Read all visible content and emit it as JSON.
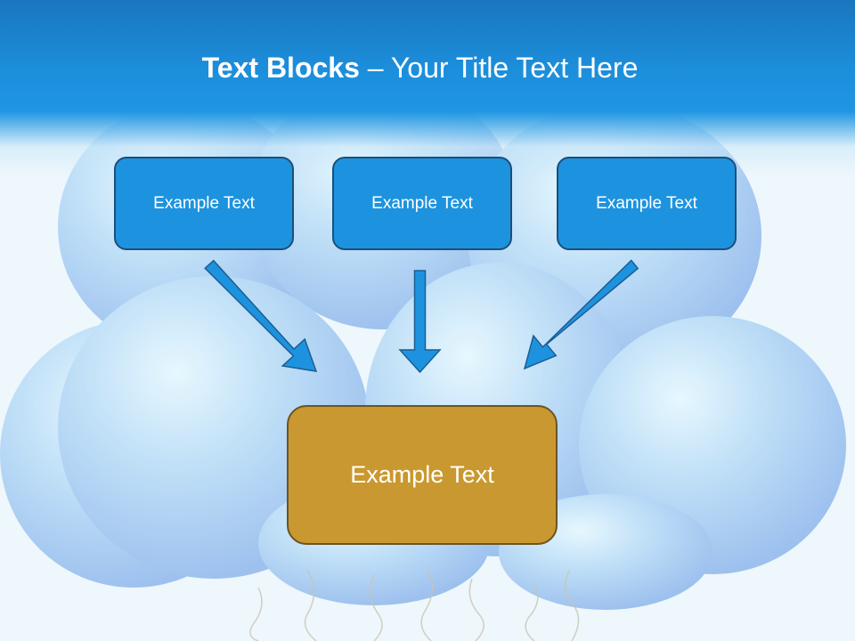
{
  "slide": {
    "title_bold": "Text Blocks",
    "title_dash": " – ",
    "title_rest": "Your Title Text Here"
  },
  "blocks": {
    "top": [
      {
        "label": "Example Text"
      },
      {
        "label": "Example Text"
      },
      {
        "label": "Example Text"
      }
    ],
    "bottom": {
      "label": "Example Text"
    }
  },
  "colors": {
    "header_blue": "#1c8fdc",
    "box_blue": "#1d93df",
    "box_blue_border": "#1b4f7a",
    "box_gold": "#c99830",
    "box_gold_border": "#6b5422",
    "arrow_fill": "#1d93df",
    "arrow_stroke": "#1b5e94"
  }
}
